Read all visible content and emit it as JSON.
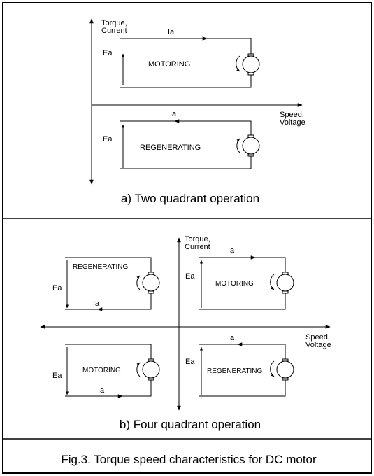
{
  "axis": {
    "y_label_line1": "Torque,",
    "y_label_line2": "Current",
    "x_label_line1": "Speed,",
    "x_label_line2": "Voltage"
  },
  "labels": {
    "ia": "Ia",
    "ea": "Ea",
    "motoring": "MOTORING",
    "regenerating": "REGENERATING"
  },
  "captions": {
    "two_quadrant": "a) Two quadrant operation",
    "four_quadrant": "b) Four quadrant operation",
    "figure": "Fig.3. Torque speed characteristics for DC motor"
  }
}
